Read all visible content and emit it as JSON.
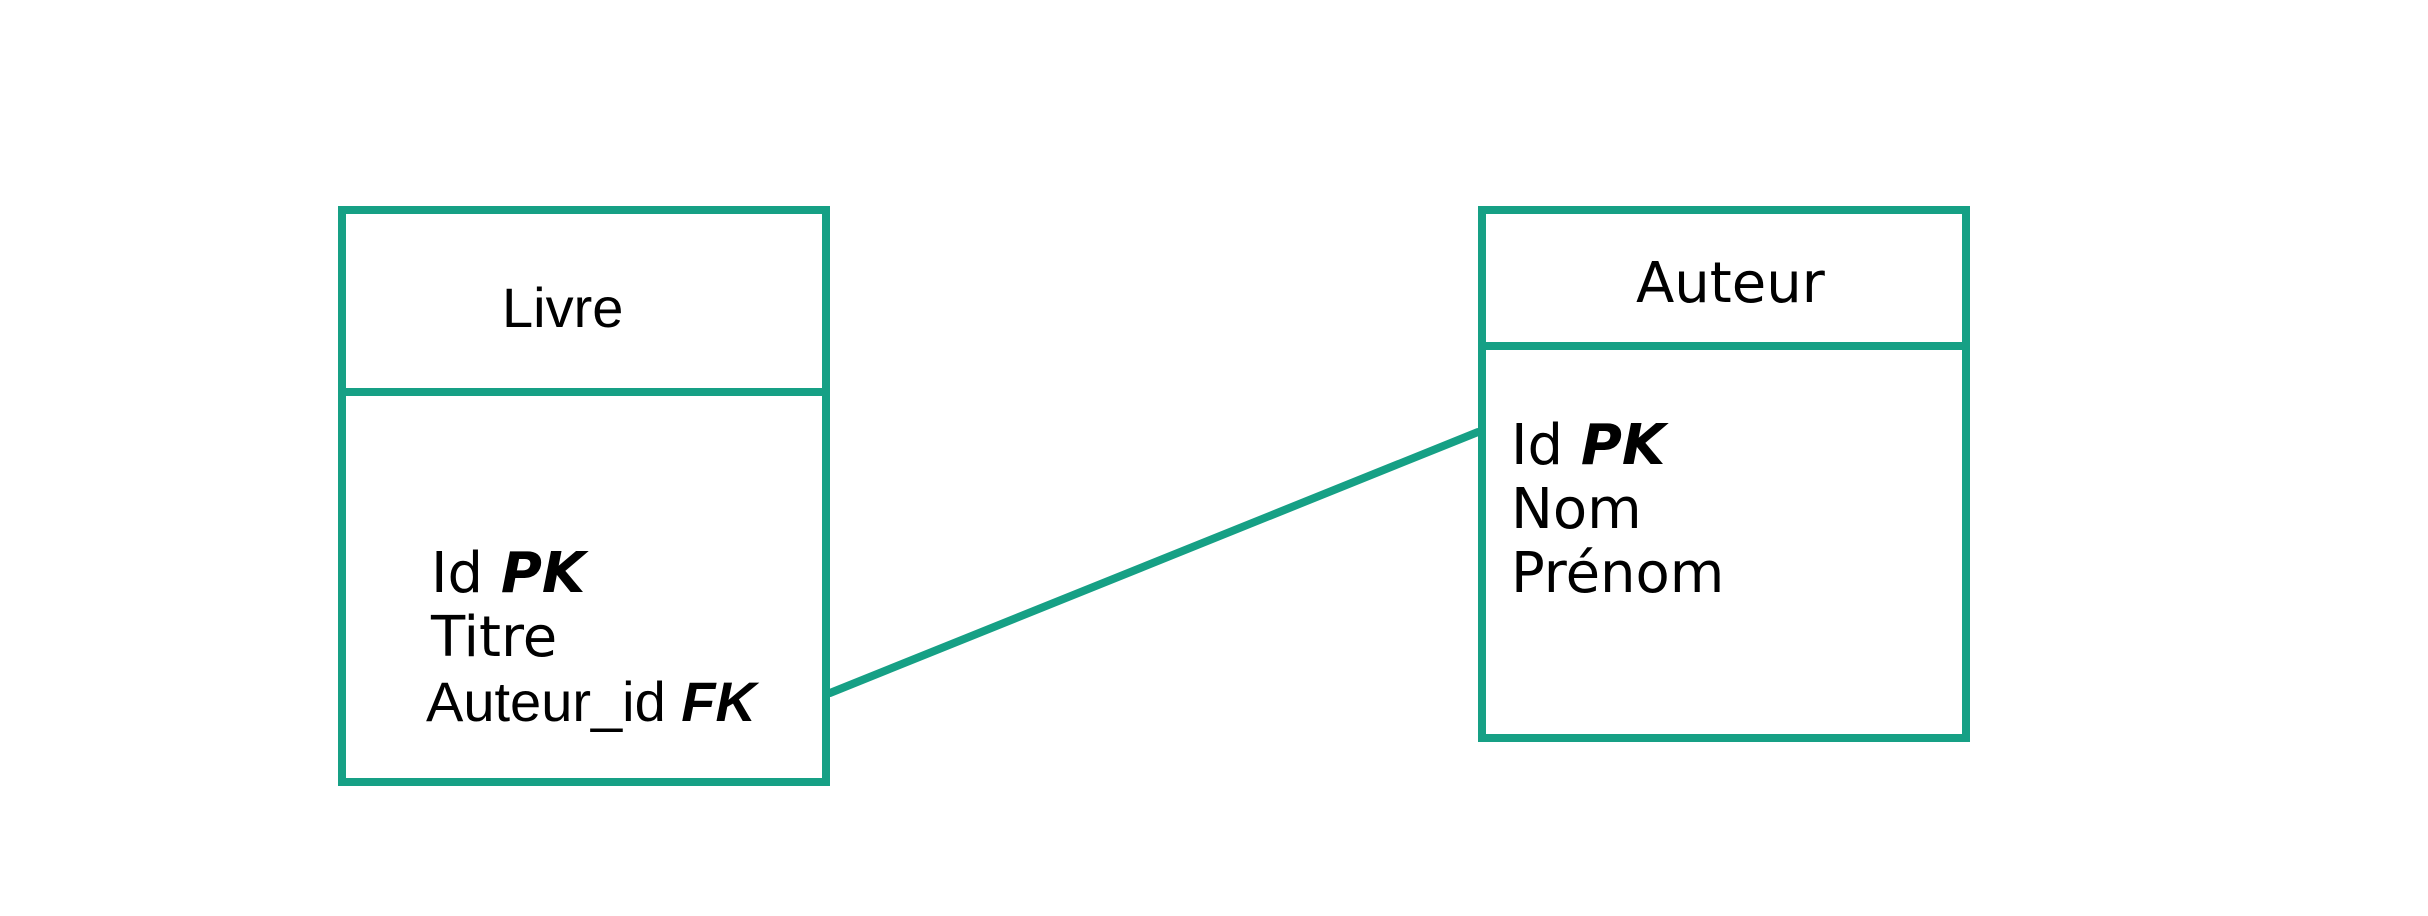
{
  "colors": {
    "entity_border": "#16a085",
    "relation_line": "#16a085",
    "text": "#000000",
    "background": "#ffffff"
  },
  "entities": {
    "livre": {
      "title": "Livre",
      "attributes": [
        {
          "name": "Id",
          "key": "PK"
        },
        {
          "name": "Titre",
          "key": ""
        },
        {
          "name": "Auteur_id",
          "key": "FK"
        }
      ]
    },
    "auteur": {
      "title": "Auteur",
      "attributes": [
        {
          "name": "Id",
          "key": "PK"
        },
        {
          "name": "Nom",
          "key": ""
        },
        {
          "name": "Prénom",
          "key": ""
        }
      ]
    }
  },
  "relations": [
    {
      "from": "livre.Auteur_id",
      "to": "auteur.Id"
    }
  ]
}
